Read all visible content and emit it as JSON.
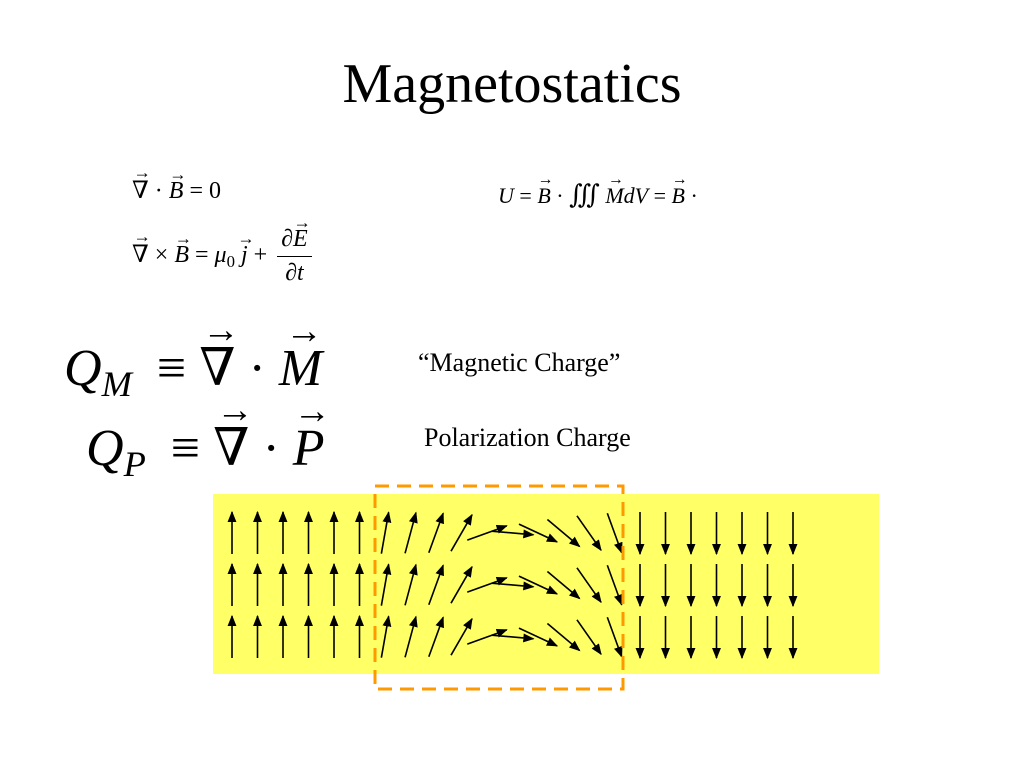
{
  "slide": {
    "title": "Magnetostatics",
    "label_magnetic_charge": "“Magnetic Charge”",
    "label_polarization_charge": "Polarization Charge"
  },
  "equations": {
    "div_b": {
      "lhs": "∇",
      "dot": "·",
      "vec": "B",
      "rhs": "= 0"
    },
    "energy": {
      "u": "U",
      "eq1": "=",
      "b1": "B",
      "dot1": "·",
      "integral": "∭",
      "m": "M",
      "dv": "dV",
      "eq2": "=",
      "b2": "B",
      "dot2": "·"
    },
    "curl_b": {
      "nabla": "∇",
      "cross": "×",
      "b": "B",
      "eq": "=",
      "mu": "μ",
      "mu_sub": "0",
      "j": "j",
      "plus": "+",
      "num_partial": "∂",
      "num_e": "E",
      "den": "∂t"
    },
    "q_m": {
      "q": "Q",
      "sub": "M",
      "equiv": "≡",
      "nabla": "∇",
      "dot": "·",
      "vec": "M"
    },
    "q_p": {
      "q": "Q",
      "sub": "P",
      "equiv": "≡",
      "nabla": "∇",
      "dot": "·",
      "vec": "P"
    }
  },
  "colors": {
    "panel": "#ffff66",
    "dashed_box": "#ff9900",
    "arrow": "#000000"
  },
  "field": {
    "rows": 3,
    "columns": 23,
    "angles_deg": [
      -90,
      -90,
      -90,
      -90,
      -90,
      -90,
      -80,
      -75,
      -70,
      -60,
      -20,
      5,
      25,
      40,
      55,
      70,
      90,
      90,
      90,
      90,
      90,
      90,
      90
    ]
  }
}
